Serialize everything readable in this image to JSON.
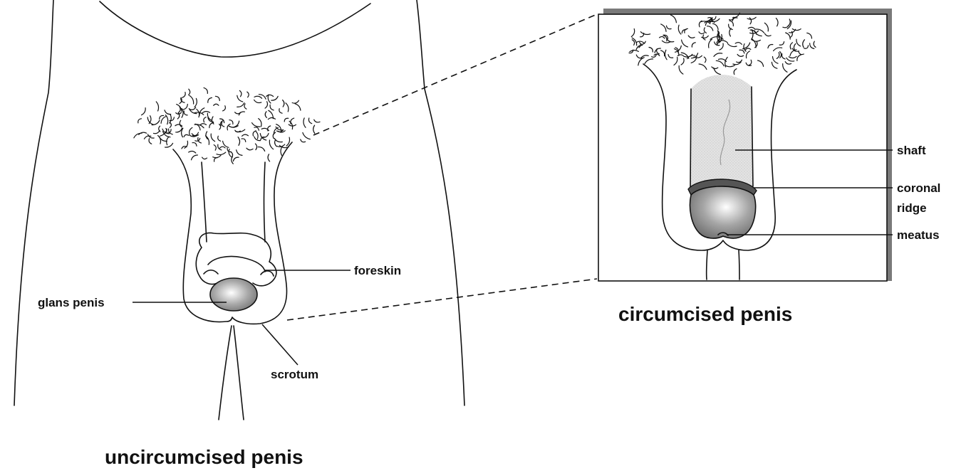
{
  "left_panel": {
    "title": "uncircumcised penis",
    "labels": {
      "foreskin": "foreskin",
      "glans": "glans penis",
      "scrotum": "scrotum"
    }
  },
  "right_panel": {
    "title": "circumcised penis",
    "labels": {
      "shaft": "shaft",
      "coronal_line1": "coronal",
      "coronal_line2": "ridge",
      "meatus": "meatus"
    }
  },
  "colors": {
    "line": "#111111",
    "shaft_fill": "#dcdcdc",
    "panel_shadow": "#7a7a7a",
    "glans_dark": "#6f6f6f",
    "glans_light": "#ffffff"
  }
}
